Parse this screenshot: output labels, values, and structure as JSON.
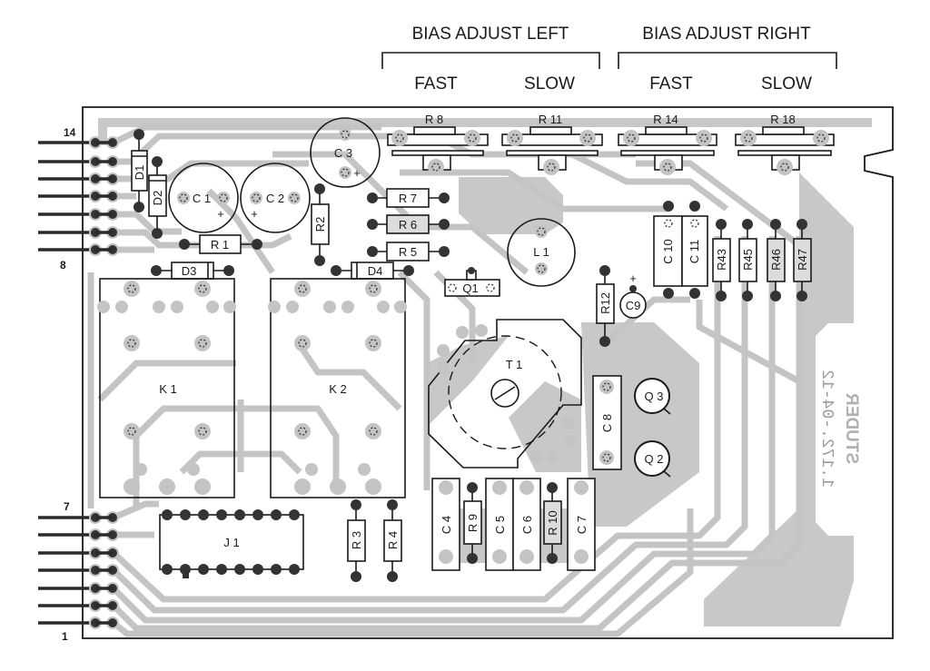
{
  "header": {
    "group_left": "BIAS ADJUST LEFT",
    "group_right": "BIAS ADJUST RIGHT",
    "left_fast": "FAST",
    "left_slow": "SLOW",
    "right_fast": "FAST",
    "right_slow": "SLOW"
  },
  "connector": {
    "pin_top_upper": "14",
    "pin_bottom_upper": "8",
    "pin_top_lower": "7",
    "pin_bottom_lower": "1"
  },
  "trimmers": [
    "R 8",
    "R 11",
    "R 14",
    "R 18"
  ],
  "components": {
    "C1": "C 1",
    "C2": "C 2",
    "C3": "C 3",
    "D1": "D1",
    "D2": "D2",
    "D3": "D3",
    "D4": "D4",
    "R1": "R 1",
    "R2": "R2",
    "R5": "R 5",
    "R6": "R 6",
    "R7": "R 7",
    "Q1": "Q1",
    "L1": "L 1",
    "R12": "R12",
    "C9": "C9",
    "C10": "C 10",
    "C11": "C 11",
    "R43": "R43",
    "R45": "R45",
    "R46": "R46",
    "R47": "R47",
    "K1": "K 1",
    "K2": "K 2",
    "T1": "T 1",
    "C8": "C 8",
    "Q3": "Q 3",
    "Q2": "Q 2",
    "C4": "C 4",
    "R9": "R 9",
    "C5": "C 5",
    "C6": "C 6",
    "R10": "R 10",
    "C7": "C 7",
    "J1": "J 1",
    "R3": "R 3",
    "R4": "R 4"
  },
  "polarity_mark": "+",
  "board_silkscreen": {
    "maker": "STUDER",
    "part_number": "1.172.-04-12"
  }
}
